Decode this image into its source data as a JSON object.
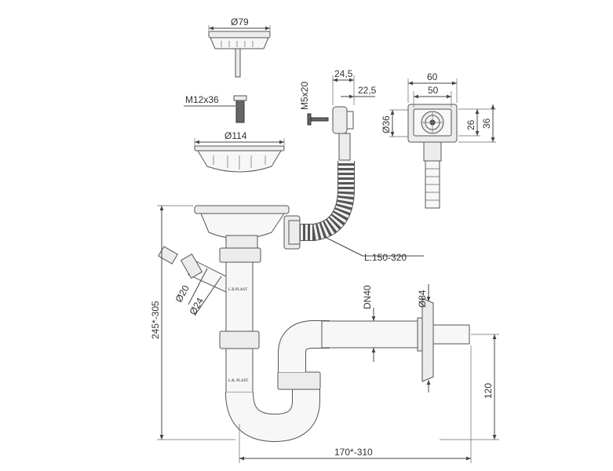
{
  "dimensions": {
    "strainer_dia": "Ø79",
    "bolt_thread": "M12x36",
    "flange_dia": "Ø114",
    "overflow_screw": "M5x20",
    "overflow_depth_1": "24,5",
    "overflow_depth_2": "22,5",
    "overflow_dia": "Ø36",
    "overflow_width_outer": "60",
    "overflow_width_inner": "50",
    "overflow_height_inner": "26",
    "overflow_height_outer": "36",
    "hose_length": "L.150-320",
    "side_inlet_1": "Ø20",
    "side_inlet_2": "Ø24",
    "vertical_height": "245*-305",
    "outlet_dn": "DN40",
    "rosette_dia": "Ø84",
    "outlet_height": "120",
    "horizontal_reach": "170*-310"
  },
  "brand_marks": {
    "upper": "L.B.PLAST",
    "lower": "L.B. PLAST"
  }
}
